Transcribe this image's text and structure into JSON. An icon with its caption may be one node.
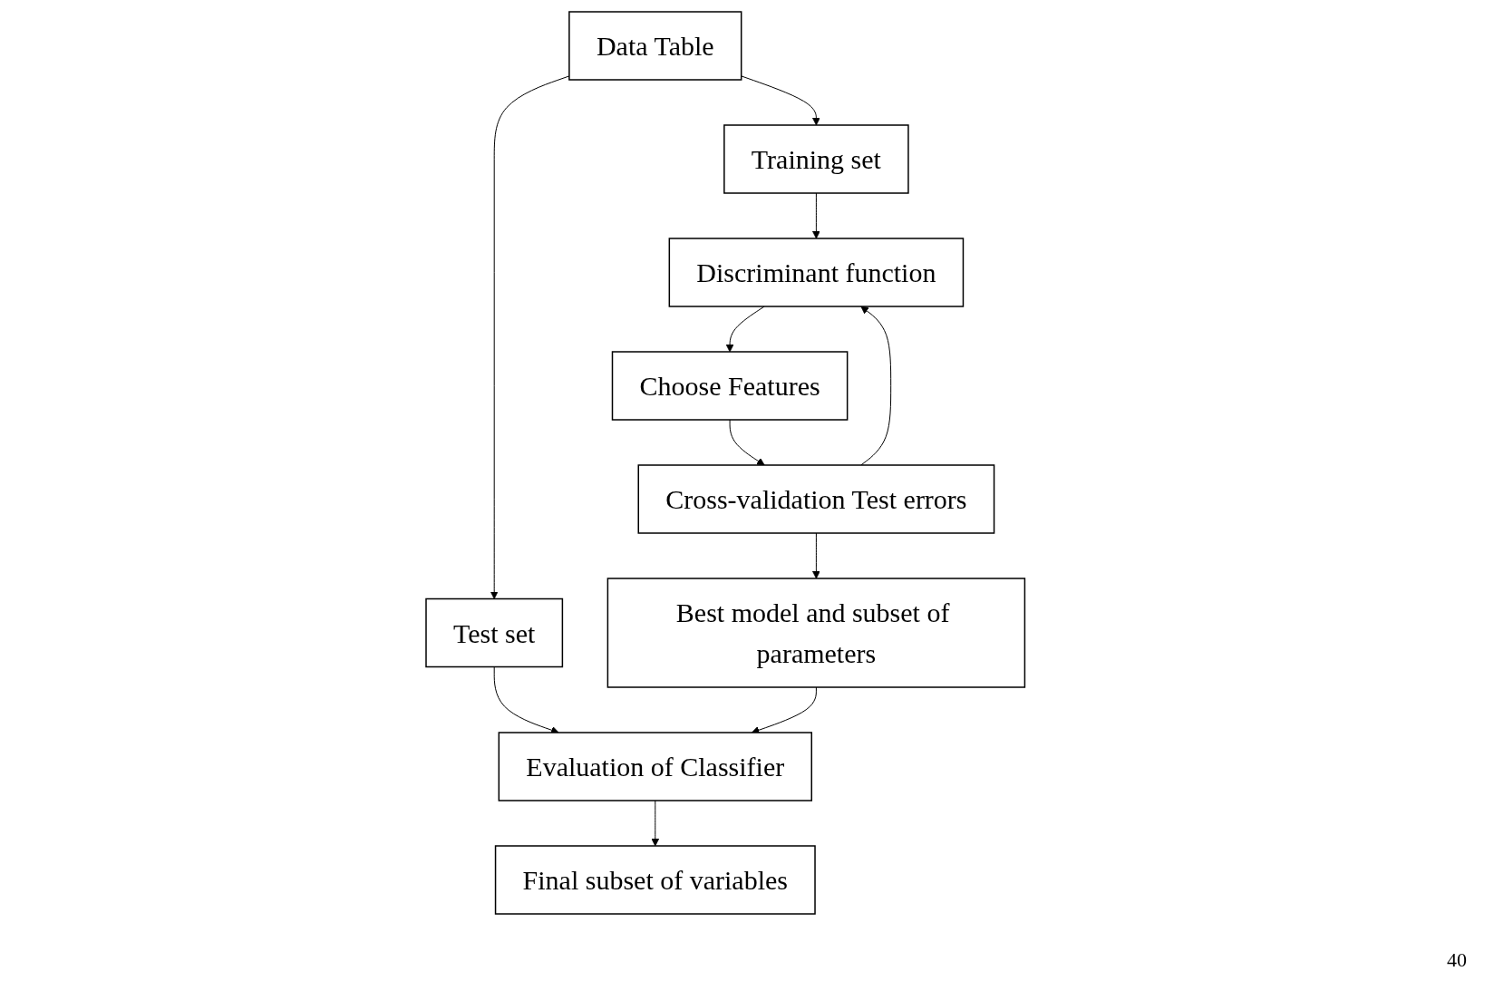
{
  "diagram": {
    "nodes": [
      {
        "text": [
          "Data Table"
        ]
      },
      {
        "text": [
          "Training set"
        ]
      },
      {
        "text": [
          "Test set"
        ]
      },
      {
        "text": [
          "Discriminant function"
        ]
      },
      {
        "text": [
          "Choose Features"
        ]
      },
      {
        "text": [
          "Cross-validation Test errors"
        ]
      },
      {
        "text": [
          "Best model and subset of parameters"
        ]
      },
      {
        "text": [
          "Evaluation of Classifier"
        ]
      },
      {
        "text": [
          "Final subset of variables"
        ]
      }
    ],
    "edges": [
      {
        "from": 0,
        "to": 1,
        "arrow": "to"
      },
      {
        "from": 0,
        "to": 2,
        "arrow": "to"
      },
      {
        "from": 1,
        "to": 3,
        "arrow": "to"
      },
      {
        "from": 3,
        "to": 4,
        "arrow": "to"
      },
      {
        "from": 4,
        "to": 5,
        "arrow": "to"
      },
      {
        "from": 5,
        "to": 3,
        "arrow": "to"
      },
      {
        "from": 5,
        "to": 6,
        "arrow": "to"
      },
      {
        "from": 2,
        "to": 7,
        "arrow": "to"
      },
      {
        "from": 6,
        "to": 7,
        "arrow": "to"
      },
      {
        "from": 7,
        "to": 8,
        "arrow": "to"
      }
    ],
    "labels": [
      "40"
    ]
  }
}
